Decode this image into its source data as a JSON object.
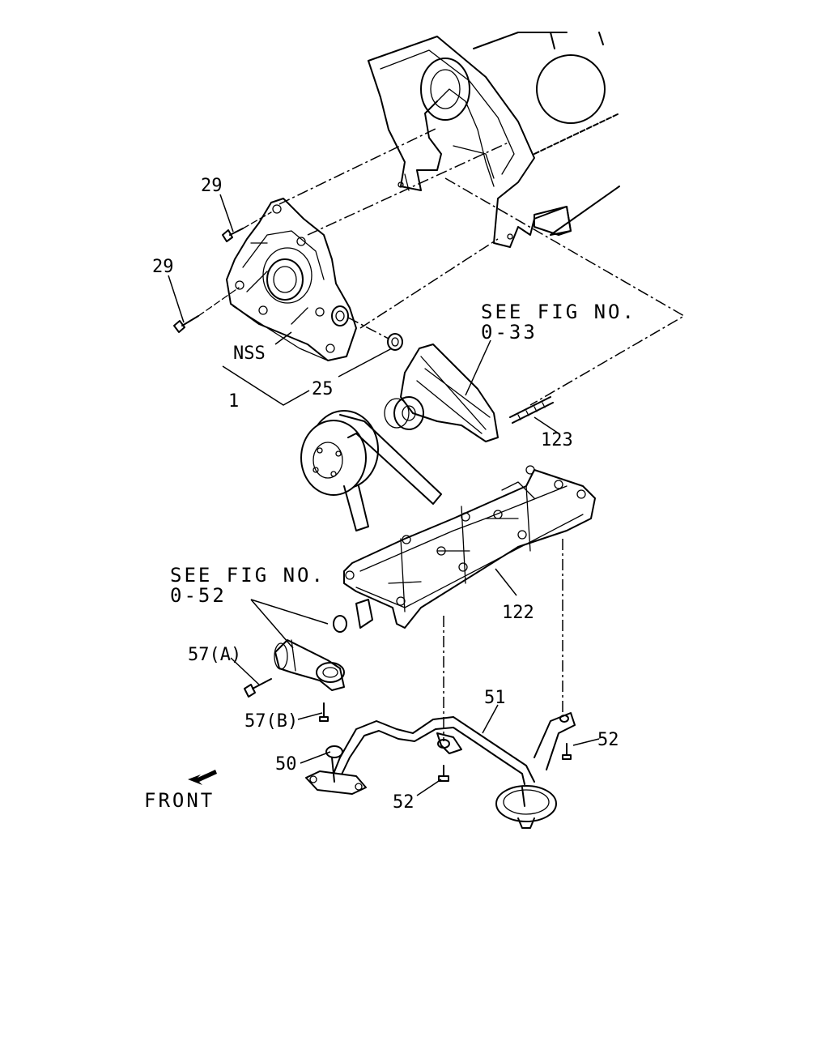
{
  "labels": {
    "bolt_29_top": "29",
    "bolt_29_left": "29",
    "nss": "NSS",
    "seal_25": "25",
    "pump_1": "1",
    "see_fig_1_line1": "SEE FIG NO.",
    "see_fig_1_line2": "0-33",
    "stud_123": "123",
    "see_fig_2_line1": "SEE FIG NO.",
    "see_fig_2_line2": "0-52",
    "brace_122": "122",
    "bolt_57a": "57(A)",
    "bolt_57b": "57(B)",
    "strainer_51": "51",
    "bolt_52_right": "52",
    "gasket_50": "50",
    "bolt_52_bottom": "52",
    "front": "FRONT"
  }
}
